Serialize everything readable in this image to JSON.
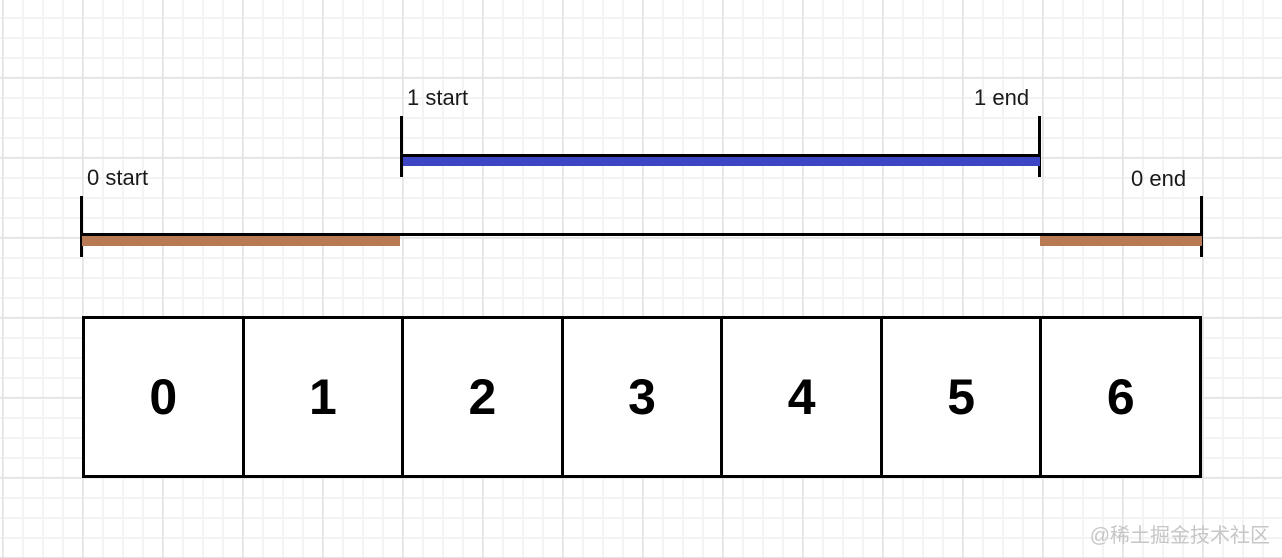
{
  "diagram": {
    "intervals": [
      {
        "name": "interval-1",
        "start_label": "1 start",
        "end_label": "1 end",
        "range": [
          2,
          6
        ],
        "highlight_segments": [
          [
            2,
            6
          ]
        ],
        "highlight_color": "#3c46c5"
      },
      {
        "name": "interval-0",
        "start_label": "0 start",
        "end_label": "0 end",
        "range": [
          0,
          7
        ],
        "highlight_segments": [
          [
            0,
            2
          ],
          [
            6,
            7
          ]
        ],
        "highlight_color": "#b87a52"
      }
    ],
    "array_cells": [
      "0",
      "1",
      "2",
      "3",
      "4",
      "5",
      "6"
    ]
  },
  "colors": {
    "interval1_bar": "#3c46c5",
    "interval0_bar": "#b87a52",
    "line": "#000000",
    "grid_minor": "#f3f3f3",
    "grid_major": "#e3e3e3",
    "watermark": "#c6c6c6"
  },
  "watermark": "@稀土掘金技术社区"
}
